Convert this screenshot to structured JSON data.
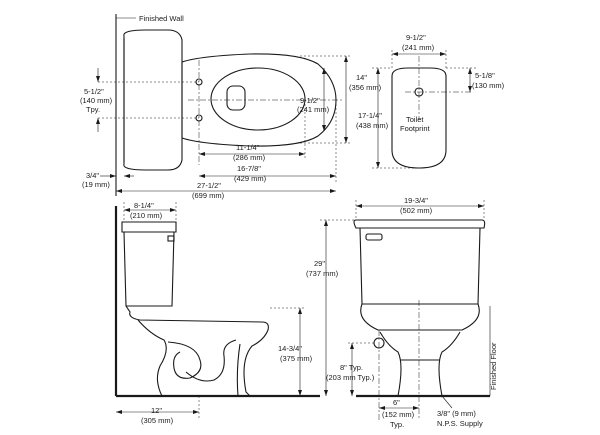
{
  "labels": {
    "finished_wall": "Finished Wall",
    "finished_floor": "Finished Floor",
    "toilet_footprint_line1": "Toilet",
    "toilet_footprint_line2": "Footprint",
    "nps_supply_line1": "3/8\" (9 mm)",
    "nps_supply_line2": "N.P.S. Supply"
  },
  "dimensions": {
    "d_5_5_in": "5-1/2\"",
    "d_5_5_mm": "(140 mm)",
    "d_5_5_typ": "Tpy.",
    "d_14_in": "14\"",
    "d_14_mm": "(356 mm)",
    "d_9_5a_in": "9-1/2\"",
    "d_9_5a_mm": "(241 mm)",
    "d_11_25_in": "11-1/4\"",
    "d_11_25_mm": "(286 mm)",
    "d_16_875_in": "16-7/8\"",
    "d_16_875_mm": "(429 mm)",
    "d_0_75_in": "3/4\"",
    "d_0_75_mm": "(19 mm)",
    "d_27_5_in": "27-1/2\"",
    "d_27_5_mm": "(699 mm)",
    "d_9_5b_in": "9-1/2\"",
    "d_9_5b_mm": "(241 mm)",
    "d_5_125_in": "5-1/8\"",
    "d_5_125_mm": "(130 mm)",
    "d_17_25_in": "17-1/4\"",
    "d_17_25_mm": "(438 mm)",
    "d_8_25_in": "8-1/4\"",
    "d_8_25_mm": "(210 mm)",
    "d_19_75_in": "19-3/4\"",
    "d_19_75_mm": "(502 mm)",
    "d_29_in": "29\"",
    "d_29_mm": "(737 mm)",
    "d_14_75_in": "14-3/4\"",
    "d_14_75_mm": "(375 mm)",
    "d_8_in": "8\" Typ.",
    "d_8_mm": "(203 mm Typ.)",
    "d_12_in": "12\"",
    "d_12_mm": "(305 mm)",
    "d_6_in": "6\"",
    "d_6_mm": "(152 mm)",
    "d_6_typ": "Typ."
  }
}
